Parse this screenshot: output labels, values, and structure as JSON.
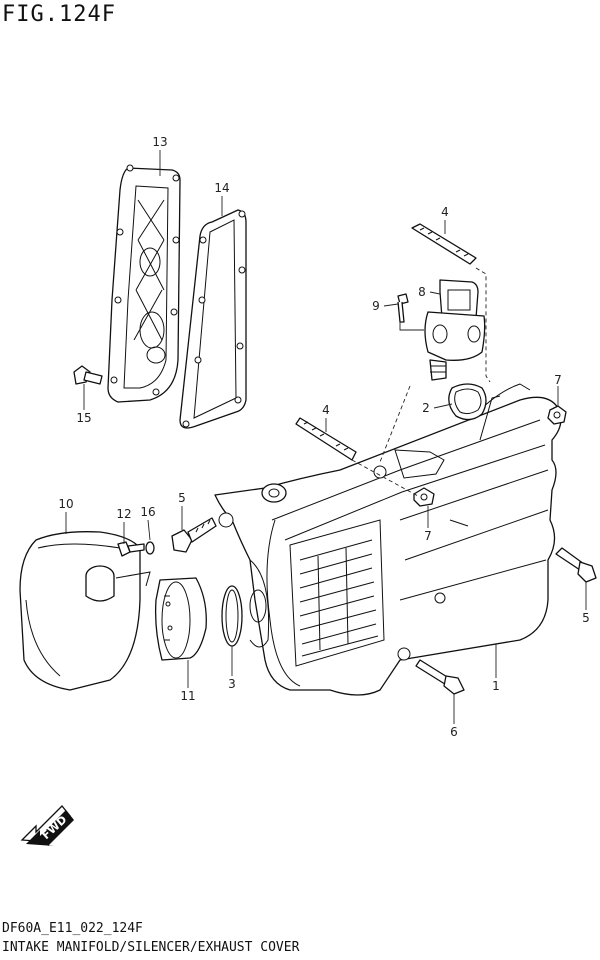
{
  "header": {
    "fig_title": "FIG.124F"
  },
  "footer": {
    "code": "DF60A_E11_022_124F",
    "description": "INTAKE MANIFOLD/SILENCER/EXHAUST COVER"
  },
  "callouts": {
    "p1": "1",
    "p2": "2",
    "p3": "3",
    "p4a": "4",
    "p4b": "4",
    "p5a": "5",
    "p5b": "5",
    "p6": "6",
    "p7a": "7",
    "p7b": "7",
    "p8": "8",
    "p9": "9",
    "p10": "10",
    "p11": "11",
    "p12": "12",
    "p13": "13",
    "p14": "14",
    "p15": "15",
    "p16": "16"
  },
  "fwd_label": "FWD"
}
